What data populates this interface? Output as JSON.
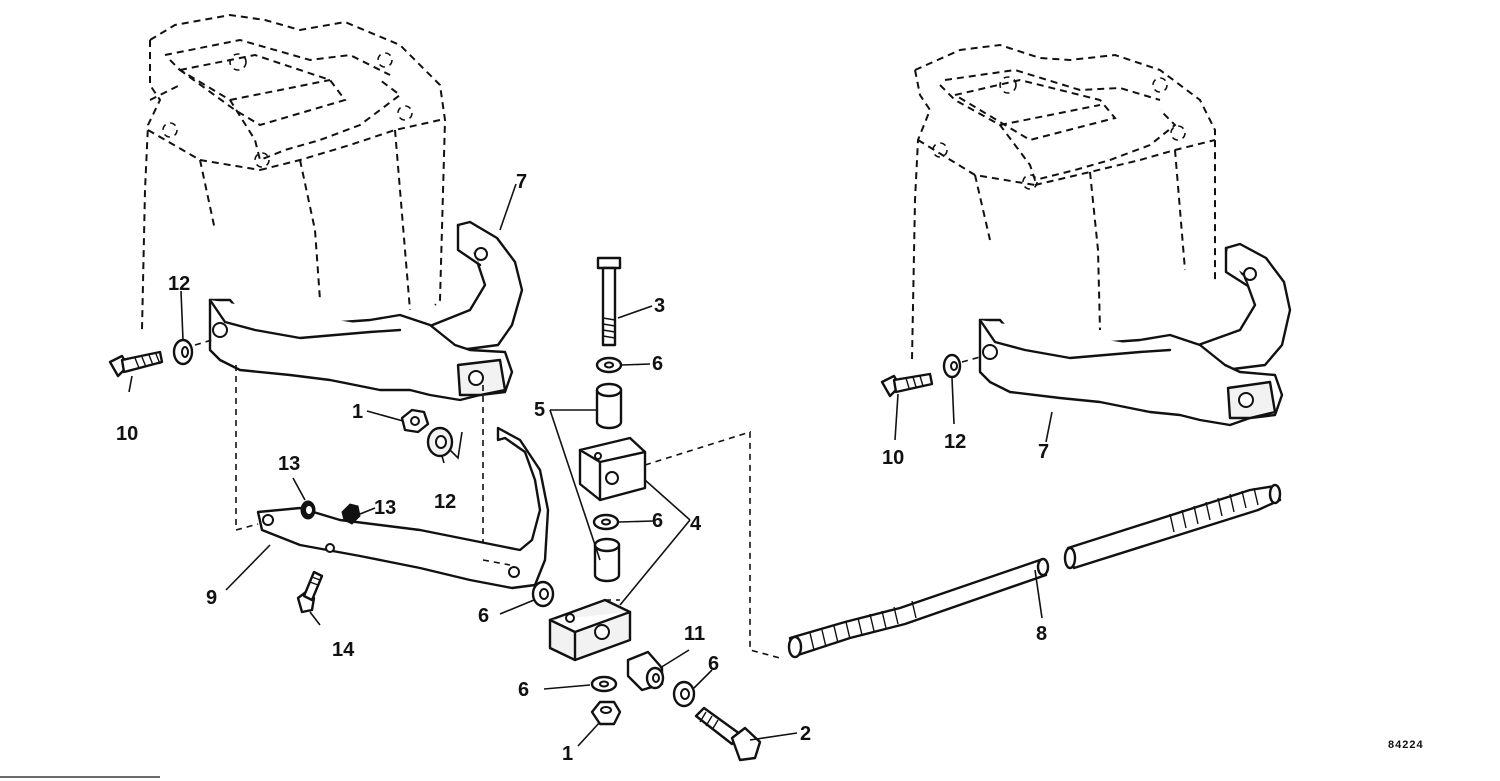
{
  "figure_number": "84224",
  "callouts": {
    "c1a": "1",
    "c1b": "1",
    "c2": "2",
    "c3": "3",
    "c4": "4",
    "c5": "5",
    "c6a": "6",
    "c6b": "6",
    "c6c": "6",
    "c6d": "6",
    "c6e": "6",
    "c7a": "7",
    "c7b": "7",
    "c8": "8",
    "c9": "9",
    "c10a": "10",
    "c10b": "10",
    "c11": "11",
    "c12a": "12",
    "c12b": "12",
    "c12c": "12",
    "c13a": "13",
    "c13b": "13",
    "c14": "14"
  }
}
